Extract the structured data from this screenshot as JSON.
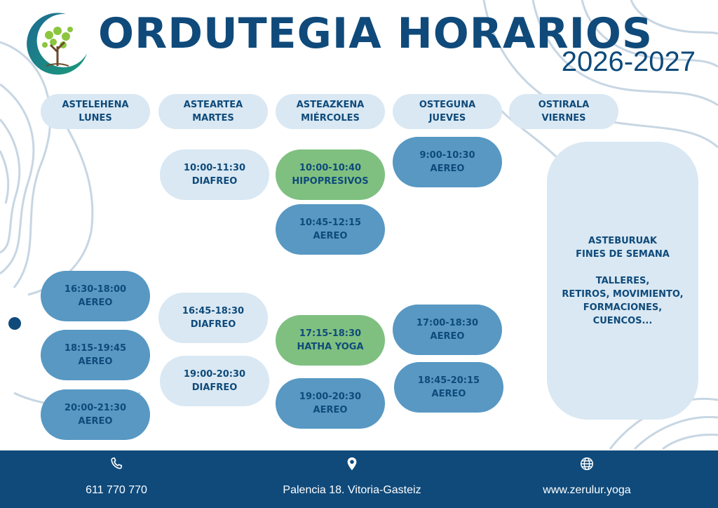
{
  "header": {
    "title": "ORDUTEGIA HORARIOS",
    "year": "2026-2027"
  },
  "days": [
    {
      "eu": "ASTELEHENA",
      "es": "LUNES"
    },
    {
      "eu": "ASTEARTEA",
      "es": "MARTES"
    },
    {
      "eu": "ASTEAZKENA",
      "es": "MIÉRCOLES"
    },
    {
      "eu": "OSTEGUNA",
      "es": "JUEVES"
    },
    {
      "eu": "OSTIRALA",
      "es": "VIERNES"
    }
  ],
  "schedule": {
    "monday": [
      {
        "time": "16:30-18:00",
        "class": "AEREO"
      },
      {
        "time": "18:15-19:45",
        "class": "AEREO"
      },
      {
        "time": "20:00-21:30",
        "class": "AEREO"
      }
    ],
    "tuesday": [
      {
        "time": "10:00-11:30",
        "class": "DIAFREO"
      },
      {
        "time": "16:45-18:30",
        "class": "DIAFREO"
      },
      {
        "time": "19:00-20:30",
        "class": "DIAFREO"
      }
    ],
    "wednesday": [
      {
        "time": "10:00-10:40",
        "class": "HIPOPRESIVOS"
      },
      {
        "time": "10:45-12:15",
        "class": "AEREO"
      },
      {
        "time": "17:15-18:30",
        "class": "HATHA YOGA"
      },
      {
        "time": "19:00-20:30",
        "class": "AEREO"
      }
    ],
    "thursday": [
      {
        "time": "9:00-10:30",
        "class": "AEREO"
      },
      {
        "time": "17:00-18:30",
        "class": "AEREO"
      },
      {
        "time": "18:45-20:15",
        "class": "AEREO"
      }
    ]
  },
  "weekend": {
    "line1": "ASTEBURUAK",
    "line2": "FINES DE SEMANA",
    "line3": "TALLERES,",
    "line4": "RETIROS, MOVIMIENTO,",
    "line5": "FORMACIONES,",
    "line6": "CUENCOS..."
  },
  "footer": {
    "phone": "611 770 770",
    "address": "Palencia 18. Vitoria-Gasteiz",
    "website": "www.zerulur.yoga"
  },
  "colors": {
    "navy": "#0f4a7a",
    "aereo": "#5898c3",
    "diafreo": "#d9e8f3",
    "green": "#7fc080",
    "contour": "#c7d6e3"
  },
  "icons": {
    "logo": "tree-moon-logo",
    "phone": "phone-icon",
    "location": "location-pin-icon",
    "web": "globe-icon"
  }
}
